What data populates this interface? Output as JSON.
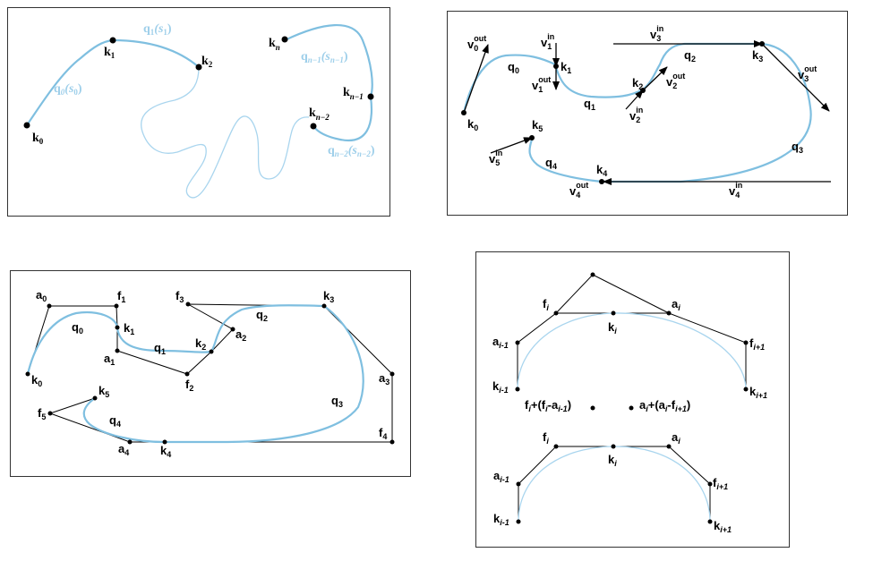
{
  "panel1": {
    "k0": "k",
    "k0_sub": "0",
    "k1": "k",
    "k1_sub": "1",
    "k2": "k",
    "k2_sub": "2",
    "kn": "k",
    "kn_sub": "n",
    "kn1": "k",
    "kn1_sub": "n−1",
    "kn2": "k",
    "kn2_sub": "n−2",
    "q0": "q",
    "q0_sub": "0",
    "q0_arg": "(s",
    "q0_arg_sub": "0",
    "q0_close": ")",
    "q1": "q",
    "q1_sub": "1",
    "q1_arg": "(s",
    "q1_arg_sub": "1",
    "q1_close": ")",
    "qn1": "q",
    "qn1_sub": "n−1",
    "qn1_arg": "(s",
    "qn1_arg_sub": "n−1",
    "qn1_close": ")",
    "qn2": "q",
    "qn2_sub": "n−2",
    "qn2_arg": "(s",
    "qn2_arg_sub": "n−2",
    "qn2_close": ")"
  },
  "panel2": {
    "v0out": "v",
    "v0out_sub": "0",
    "v0out_sup": "out",
    "v1in": "v",
    "v1in_sub": "1",
    "v1in_sup": "in",
    "v1out": "v",
    "v1out_sub": "1",
    "v1out_sup": "out",
    "v2in": "v",
    "v2in_sub": "2",
    "v2in_sup": "in",
    "v2out": "v",
    "v2out_sub": "2",
    "v2out_sup": "out",
    "v3in": "v",
    "v3in_sub": "3",
    "v3in_sup": "in",
    "v3out": "v",
    "v3out_sub": "3",
    "v3out_sup": "out",
    "v4in": "v",
    "v4in_sub": "4",
    "v4in_sup": "in",
    "v4out": "v",
    "v4out_sub": "4",
    "v4out_sup": "out",
    "v5in": "v",
    "v5in_sub": "5",
    "v5in_sup": "in",
    "k0": "k",
    "k0_sub": "0",
    "k1": "k",
    "k1_sub": "1",
    "k2": "k",
    "k2_sub": "2",
    "k3": "k",
    "k3_sub": "3",
    "k4": "k",
    "k4_sub": "4",
    "k5": "k",
    "k5_sub": "5",
    "q0": "q",
    "q0_sub": "0",
    "q1": "q",
    "q1_sub": "1",
    "q2": "q",
    "q2_sub": "2",
    "q3": "q",
    "q3_sub": "3",
    "q4": "q",
    "q4_sub": "4"
  },
  "panel3": {
    "a0": "a",
    "a0_sub": "0",
    "a1": "a",
    "a1_sub": "1",
    "a2": "a",
    "a2_sub": "2",
    "a3": "a",
    "a3_sub": "3",
    "a4": "a",
    "a4_sub": "4",
    "f1": "f",
    "f1_sub": "1",
    "f2": "f",
    "f2_sub": "2",
    "f3": "f",
    "f3_sub": "3",
    "f4": "f",
    "f4_sub": "4",
    "f5": "f",
    "f5_sub": "5",
    "k0": "k",
    "k0_sub": "0",
    "k1": "k",
    "k1_sub": "1",
    "k2": "k",
    "k2_sub": "2",
    "k3": "k",
    "k3_sub": "3",
    "k4": "k",
    "k4_sub": "4",
    "k5": "k",
    "k5_sub": "5",
    "q0": "q",
    "q0_sub": "0",
    "q1": "q",
    "q1_sub": "1",
    "q2": "q",
    "q2_sub": "2",
    "q3": "q",
    "q3_sub": "3",
    "q4": "q",
    "q4_sub": "4"
  },
  "panel4": {
    "fi": "f",
    "fi_sub": "i",
    "ai": "a",
    "ai_sub": "i",
    "ki": "k",
    "ki_sub": "i",
    "aim1": "a",
    "aim1_sub": "i-1",
    "fip1": "f",
    "fip1_sub": "i+1",
    "kim1": "k",
    "kim1_sub": "i-1",
    "kip1": "k",
    "kip1_sub": "i+1",
    "expr_f_a": "f",
    "expr_f_a_sub1": "i",
    "expr_f_a_mid": "+(f",
    "expr_f_a_sub2": "i",
    "expr_f_a_dash": "-a",
    "expr_f_a_sub3": "i-1",
    "expr_f_a_close": ")",
    "expr_a_f": "a",
    "expr_a_f_sub1": "i",
    "expr_a_f_mid": "+(a",
    "expr_a_f_sub2": "i",
    "expr_a_f_dash": "-f",
    "expr_a_f_sub3": "i+1",
    "expr_a_f_close": ")",
    "fi2": "f",
    "fi2_sub": "i",
    "ai2": "a",
    "ai2_sub": "i",
    "ki2": "k",
    "ki2_sub": "i",
    "aim1_2": "a",
    "aim1_2_sub": "i-1",
    "fip1_2": "f",
    "fip1_2_sub": "i+1",
    "kim1_2": "k",
    "kim1_2_sub": "i-1",
    "kip1_2": "k",
    "kip1_2_sub": "i+1"
  },
  "colors": {
    "curve": "#7fbfe0",
    "curve_light": "#a9d5ee",
    "ink": "#000000"
  }
}
